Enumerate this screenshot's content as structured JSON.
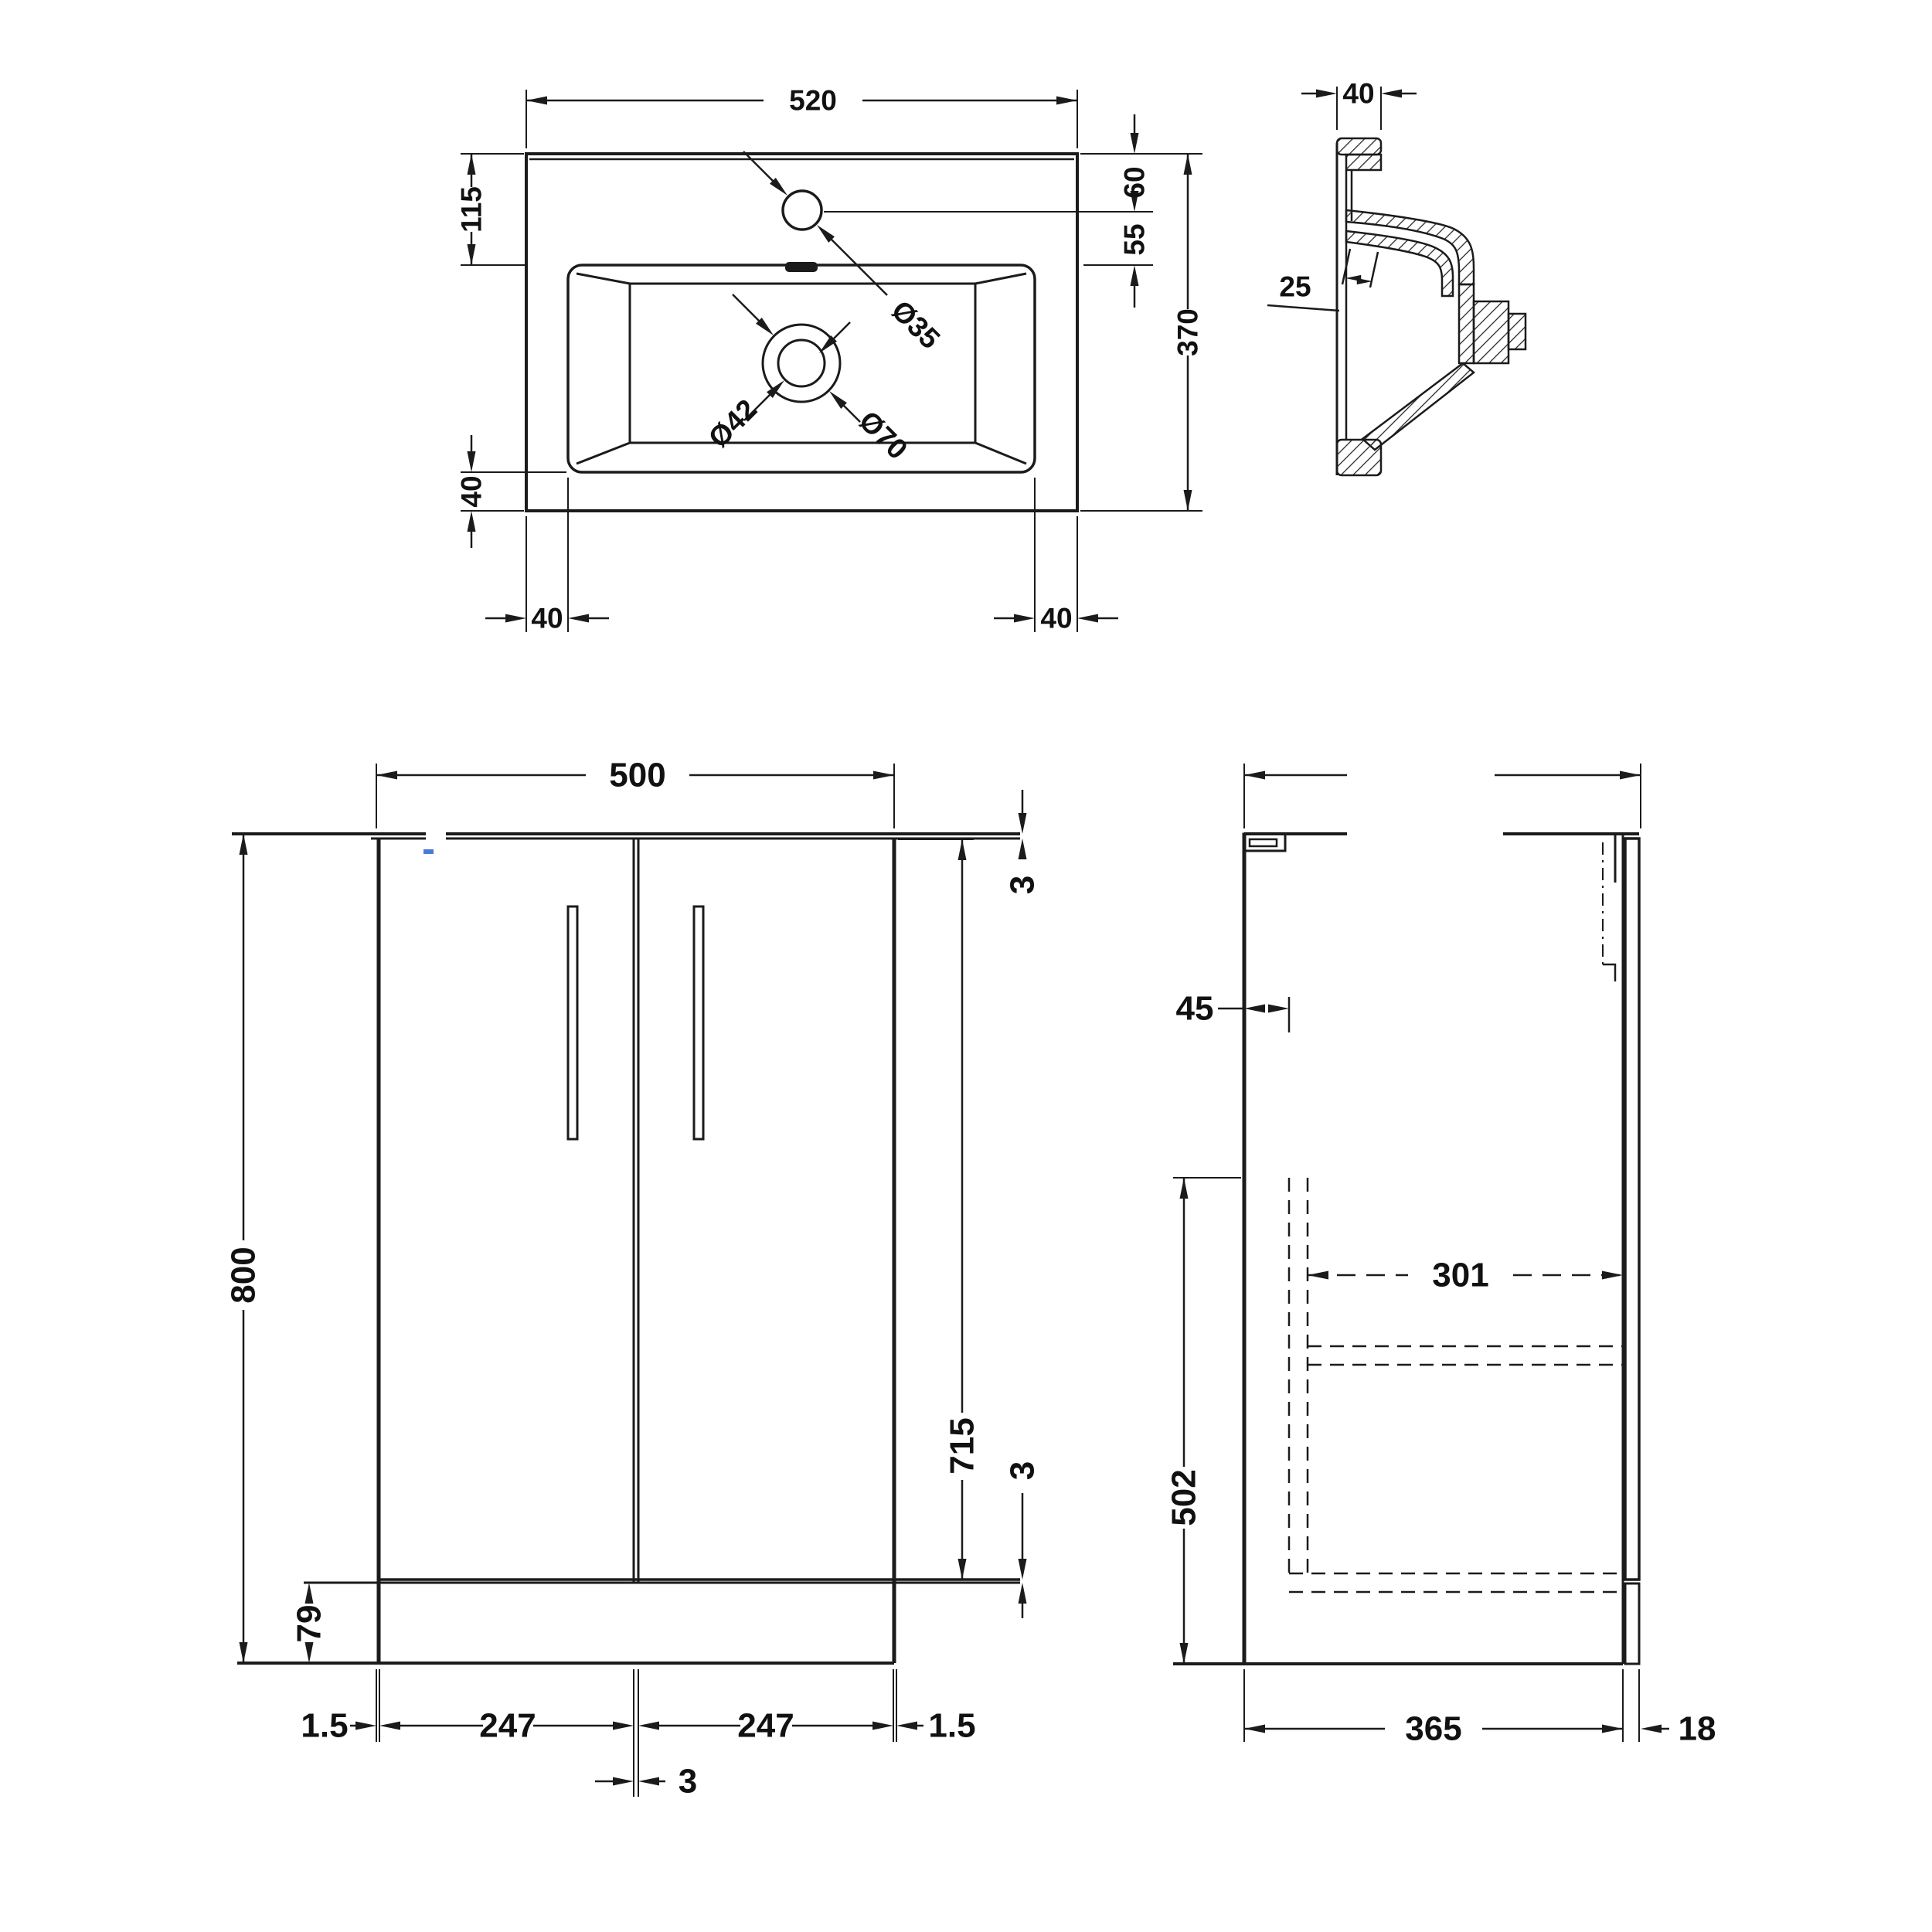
{
  "views": {
    "plan": {
      "overall_width": "520",
      "overall_depth": "370",
      "back_ledge": "115",
      "front_ledge": "40",
      "margin_left": "40",
      "margin_right": "40",
      "tap_from_back": "60",
      "tap_to_bowl": "55",
      "tap_hole_dia": "Ø35",
      "waste_dia": "Ø42",
      "waste_flange_dia": "Ø70"
    },
    "section": {
      "rim_width": "40",
      "wall_offset": "25"
    },
    "front": {
      "width": "500",
      "height": "800",
      "top_panel": "3",
      "door_height": "715",
      "door_gap_bottom": "3",
      "plinth_height": "79",
      "gap_left": "1.5",
      "door_left": "247",
      "door_right": "247",
      "gap_right": "1.5",
      "gap_center": "3"
    },
    "side": {
      "shelf_setback": "45",
      "shelf_depth": "301",
      "interior_height": "502",
      "depth": "365",
      "door_thickness": "18"
    }
  }
}
